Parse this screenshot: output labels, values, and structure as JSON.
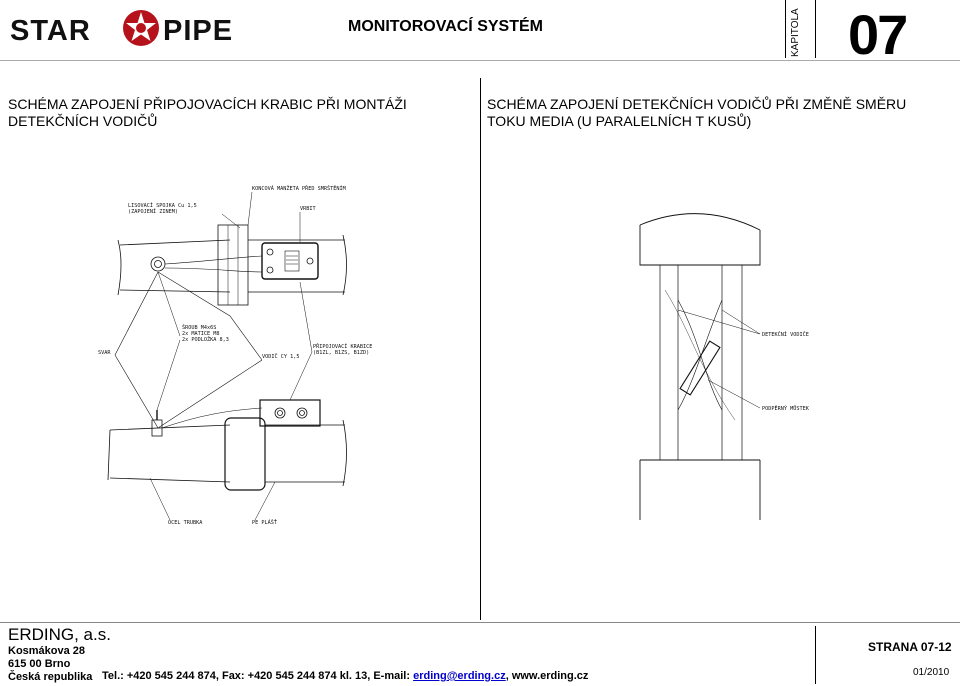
{
  "header": {
    "logo_text_left": "STAR",
    "logo_text_right": "PIPE",
    "title": "MONITOROVACÍ SYSTÉM",
    "chapter_label": "KAPITOLA",
    "chapter_number": "07"
  },
  "left_section": {
    "title_line1": "SCHÉMA ZAPOJENÍ PŘIPOJOVACÍCH KRABIC PŘI MONTÁŽI",
    "title_line2": "DETEKČNÍCH VODIČŮ",
    "labels": {
      "sleeve": "KONCOVÁ MANŽETA PŘED SMRŠTĚNÍM",
      "clamp_line1": "LISOVACÍ SPOJKA Cu 1,5",
      "clamp_line2": "(ZAPOJENÍ ZINEM)",
      "drill": "VRBIT",
      "screws_line1": "ŠROUB M4x6S",
      "screws_line2": "2x MATICE M8",
      "screws_line3": "2x PODLOŽKA 8,3",
      "weld": "SVAR",
      "conductor": "VODIČ CY 1,5",
      "box_line1": "PŘIPOJOVACÍ KRABICE",
      "box_line2": "(B1ZL, B1ZS, B1ZD)",
      "steel_pipe": "OCEL TRUBKA",
      "pe_casing": "PE PLÁŠŤ"
    }
  },
  "right_section": {
    "title_line1": "SCHÉMA ZAPOJENÍ DETEKČNÍCH VODIČŮ PŘI ZMĚNĚ SMĚRU",
    "title_line2": "TOKU MEDIA (U PARALELNÍCH T KUSŮ)",
    "labels": {
      "detection_wires": "DETEKČNÍ VODIČE",
      "support_bridge": "PODPĚRNÝ MŮSTEK"
    }
  },
  "footer": {
    "company": "ERDING, a.s.",
    "street": "Kosmákova 28",
    "city": "615 00 Brno",
    "country": "Česká republika",
    "contact_prefix": "Tel.: +420 545 244 874, Fax: +420 545 244 874 kl. 13, E-mail: ",
    "email": "erding@erding.cz",
    "contact_suffix": ", www.erding.cz",
    "page": "STRANA 07-12",
    "date": "01/2010"
  }
}
